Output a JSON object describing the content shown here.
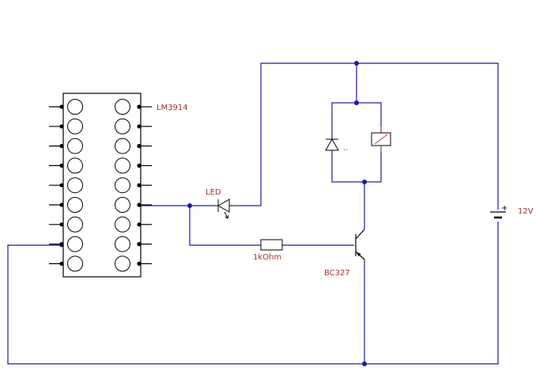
{
  "diagram": {
    "labels": {
      "ic": "LM3914",
      "led": "LED",
      "resistor": "1kOhm",
      "transistor": "BC327",
      "battery": "12V",
      "battery_plus": "+",
      "diode_mark": ".."
    },
    "colors": {
      "wire": "#1a1aa6",
      "component": "#000000",
      "label": "#a03030",
      "relay_accent": "#c04040",
      "background": "#ffffff"
    },
    "ic_pins_per_side": 9
  }
}
